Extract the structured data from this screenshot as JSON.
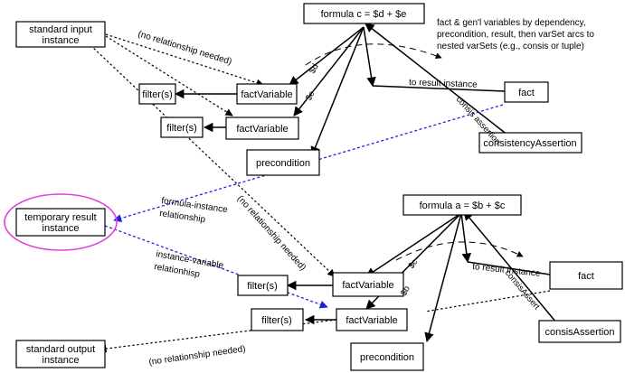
{
  "boxes": {
    "standard_input": "standard input instance",
    "formula_c": "formula c = $d + $e",
    "filter_1": "filter(s)",
    "factvariable_1": "factVariable",
    "filter_2": "filter(s)",
    "factvariable_2": "factVariable",
    "precondition_1": "precondition",
    "fact_1": "fact",
    "consistency_assertion": "consistencyAssertion",
    "temporary_result": "temporary result instance",
    "formula_a": "formula a = $b + $c",
    "filter_3": "filter(s)",
    "factvariable_3": "factVariable",
    "filter_4": "filter(s)",
    "factvariable_4": "factVariable",
    "precondition_2": "precondition",
    "fact_2": "fact",
    "consis_assertion": "consisAssertion",
    "standard_output": "standard output instance"
  },
  "annotations": {
    "no_relationship_top": "(no relationship needed)",
    "no_relationship_mid": "(no relationship needed)",
    "no_relationship_bottom": "(no relationship needed)",
    "note_line1": "fact & gen'l variables by dependency,",
    "note_line2": "precondition, result, then varSet arcs to",
    "note_line3": "nested varSets (e.g., consis or tuple)",
    "to_result_top": "to result instance",
    "to_result_bottom": "to result instance",
    "consis_assertion_diag_top": "consis assertion",
    "consis_assertion_diag_bottom": "consisAssert",
    "formula_instance_line1": "formula-instance",
    "formula_instance_line2": "relationship",
    "instance_variable_line1": "instance-variable",
    "instance_variable_line2": "relationhisp",
    "var_d": "$d",
    "var_e": "$e",
    "var_c": "$c",
    "var_b": "$b"
  },
  "colors": {
    "ellipse": "#e040e0",
    "dashed_blue": "#2222dd"
  }
}
